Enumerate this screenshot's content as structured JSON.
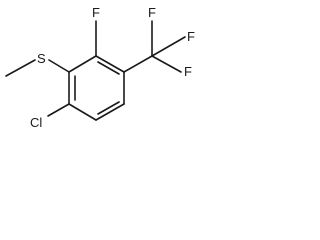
{
  "molecule": {
    "atoms": [
      {
        "id": "s",
        "symbol": "S"
      },
      {
        "id": "f-ring",
        "symbol": "F"
      },
      {
        "id": "f-cf3-1",
        "symbol": "F"
      },
      {
        "id": "f-cf3-2",
        "symbol": "F"
      },
      {
        "id": "f-cf3-3",
        "symbol": "F"
      },
      {
        "id": "cl",
        "symbol": "Cl"
      }
    ]
  }
}
